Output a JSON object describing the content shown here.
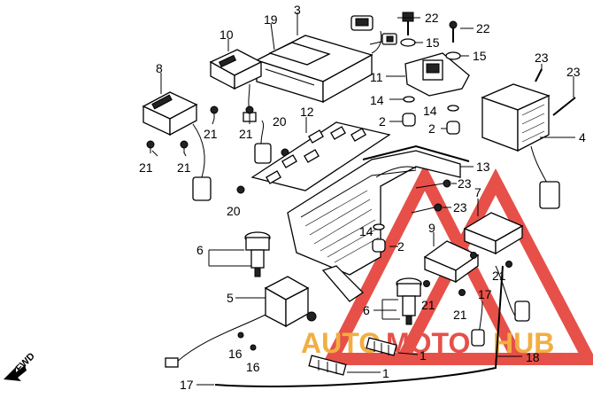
{
  "labels": {
    "l1a": "1",
    "l1b": "1",
    "l2a": "2",
    "l2b": "2",
    "l2c": "2",
    "l3": "3",
    "l4": "4",
    "l5": "5",
    "l6a": "6",
    "l6b": "6",
    "l7": "7",
    "l8": "8",
    "l9": "9",
    "l10": "10",
    "l11": "11",
    "l12": "12",
    "l13": "13",
    "l14a": "14",
    "l14b": "14",
    "l14c": "14",
    "l15a": "15",
    "l15b": "15",
    "l16a": "16",
    "l16b": "16",
    "l17a": "17",
    "l17b": "17",
    "l18": "18",
    "l19": "19",
    "l20a": "20",
    "l20b": "20",
    "l21a": "21",
    "l21b": "21",
    "l21c": "21",
    "l21d": "21",
    "l21e": "21",
    "l21f": "21",
    "l21g": "21",
    "l22a": "22",
    "l22b": "22",
    "l23a": "23",
    "l23b": "23",
    "l23c": "23",
    "l23d": "23"
  },
  "fwd": "FWD",
  "watermark": {
    "part1": "AUTO",
    "part2": "MOTO",
    "part3": "HUB"
  },
  "colors": {
    "accent": "#e2322a",
    "gold": "#f0a020",
    "ink": "#000000",
    "paper": "#ffffff"
  }
}
